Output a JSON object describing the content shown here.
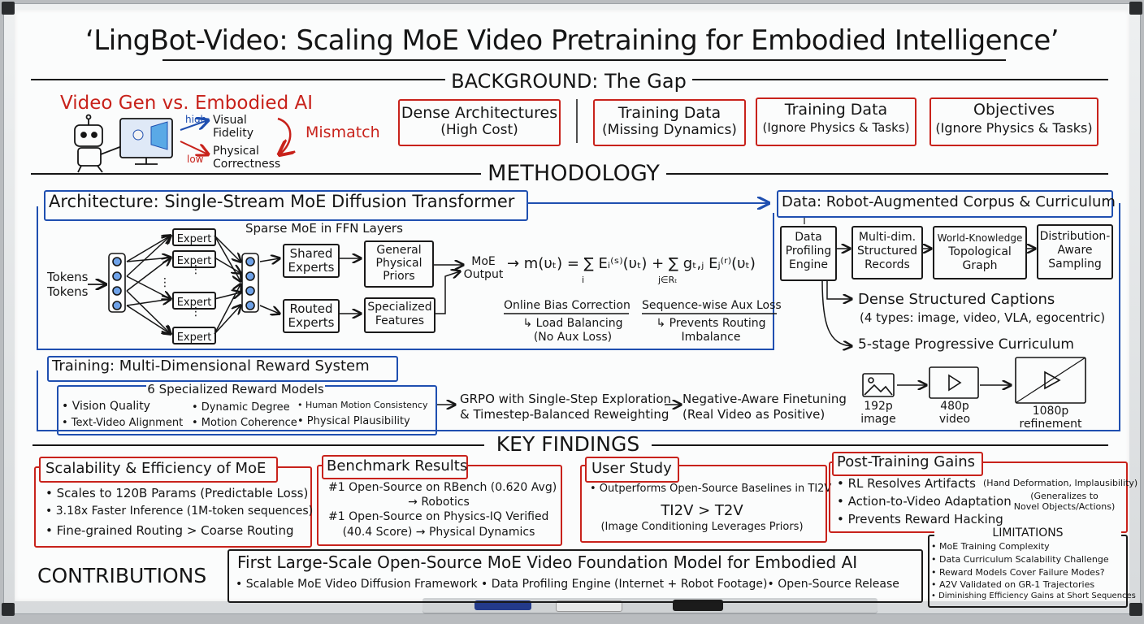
{
  "title": "‘LingBot-Video: Scaling MoE Video Pretraining for Embodied Intelligence’",
  "background": {
    "heading": "BACKGROUND: The Gap",
    "video_gen_title": "Video Gen vs. Embodied AI",
    "high": "high",
    "low": "low",
    "visual": "Visual",
    "fidelity": "Fidelity",
    "physical": "Physical",
    "correctness": "Correctness",
    "mismatch": "Mismatch",
    "cards": [
      {
        "l1": "Dense Architectures",
        "l2": "(High Cost)"
      },
      {
        "l1": "Training Data",
        "l2": "(Missing Dynamics)"
      },
      {
        "l1": "Training Data",
        "l2": "(Ignore Physics & Tasks)"
      },
      {
        "l1": "Objectives",
        "l2": "(Ignore Physics & Tasks)"
      }
    ]
  },
  "methodology": {
    "heading": "METHODOLOGY",
    "arch_title": "Architecture: Single-Stream MoE Diffusion Transformer",
    "sparse_moe": "Sparse MoE in FFN Layers",
    "tokens1": "Tokens",
    "tokens2": "Tokens",
    "expert": "Expert",
    "shared_experts": [
      "Shared",
      "Experts"
    ],
    "routed_experts": [
      "Routed",
      "Experts"
    ],
    "general_priors": [
      "General",
      "Physical",
      "Priors"
    ],
    "specialized_features": [
      "Specialized",
      "Features"
    ],
    "moe_output": [
      "MoE",
      "Output"
    ],
    "formula": "→ m(υₜ) = ∑ Eᵢ⁽ˢ⁾(υₜ) + ∑ gₜ,ⱼ Eⱼ⁽ʳ⁾(υₜ)",
    "sum_i": "i",
    "sum_j": "j∈Rₜ",
    "bias_title": "Online Bias Correction",
    "bias_l1": "↳ Load Balancing",
    "bias_l2": "(No Aux Loss)",
    "aux_title": "Sequence-wise Aux Loss",
    "aux_l1": "↳ Prevents Routing",
    "aux_l2": "Imbalance",
    "data_title": "Data: Robot-Augmented Corpus & Curriculum",
    "data_boxes": [
      [
        "Data",
        "Profiling",
        "Engine"
      ],
      [
        "Multi-dim.",
        "Structured",
        "Records"
      ],
      [
        "World-Knowledge",
        "Topological",
        "Graph"
      ],
      [
        "Distribution-",
        "Aware",
        "Sampling"
      ]
    ],
    "captions_l1": "Dense Structured Captions",
    "captions_l2": "(4 types: image, video, VLA, egocentric)",
    "curriculum": "5-stage Progressive Curriculum",
    "stages": [
      {
        "l1": "192p",
        "l2": "image"
      },
      {
        "l1": "480p",
        "l2": "video"
      },
      {
        "l1": "1080p",
        "l2": "refinement"
      }
    ],
    "training_title": "Training: Multi-Dimensional Reward System",
    "reward_title": "6 Specialized Reward Models",
    "rewards": [
      "• Vision Quality",
      "• Dynamic Degree",
      "• Human Motion Consistency",
      "• Text-Video Alignment",
      "• Motion Coherence",
      "• Physical Plausibility"
    ],
    "grpo_l1": "GRPO with Single-Step Exploration",
    "grpo_l2": "& Timestep-Balanced Reweighting",
    "neg_l1": "Negative-Aware Finetuning",
    "neg_l2": "(Real Video as Positive)"
  },
  "findings": {
    "heading": "KEY FINDINGS",
    "scal_title": "Scalability & Efficiency of MoE",
    "scal_items": [
      "• Scales to 120B Params (Predictable Loss)",
      "• 3.18x Faster Inference (1M-token sequences)",
      "• Fine-grained Routing > Coarse Routing"
    ],
    "bench_title": "Benchmark Results",
    "bench_items": [
      "#1 Open-Source on RBench (0.620 Avg)",
      "→ Robotics",
      "#1 Open-Source on Physics-IQ Verified",
      "(40.4 Score) → Physical Dynamics"
    ],
    "user_title": "User Study",
    "user_l1": "• Outperforms Open-Source Baselines in TI2V",
    "user_l2": "TI2V > T2V",
    "user_l3": "(Image Conditioning Leverages Priors)",
    "post_title": "Post-Training Gains",
    "post_items": [
      "• RL Resolves Artifacts",
      "• Action-to-Video Adaptation",
      "• Prevents Reward Hacking"
    ],
    "post_note1": "(Hand Deformation, Implausibility)",
    "post_note2a": "(Generalizes to",
    "post_note2b": "Novel Objects/Actions)"
  },
  "limitations": {
    "title": "LIMITATIONS",
    "items": [
      "• MoE Training Complexity",
      "• Data Curriculum Scalability Challenge",
      "• Reward Models Cover Failure Modes?",
      "• A2V Validated on GR-1 Trajectories",
      "• Diminishing Efficiency Gains at Short Sequences"
    ]
  },
  "contributions": {
    "label": "CONTRIBUTIONS",
    "main": "First Large-Scale Open-Source MoE Video Foundation Model for Embodied AI",
    "sub": "• Scalable MoE Video Diffusion Framework • Data Profiling Engine (Internet + Robot Footage)• Open-Source Release"
  },
  "colors": {
    "ink": "#151515",
    "red": "#c8221b",
    "blue": "#1f4fb0"
  }
}
